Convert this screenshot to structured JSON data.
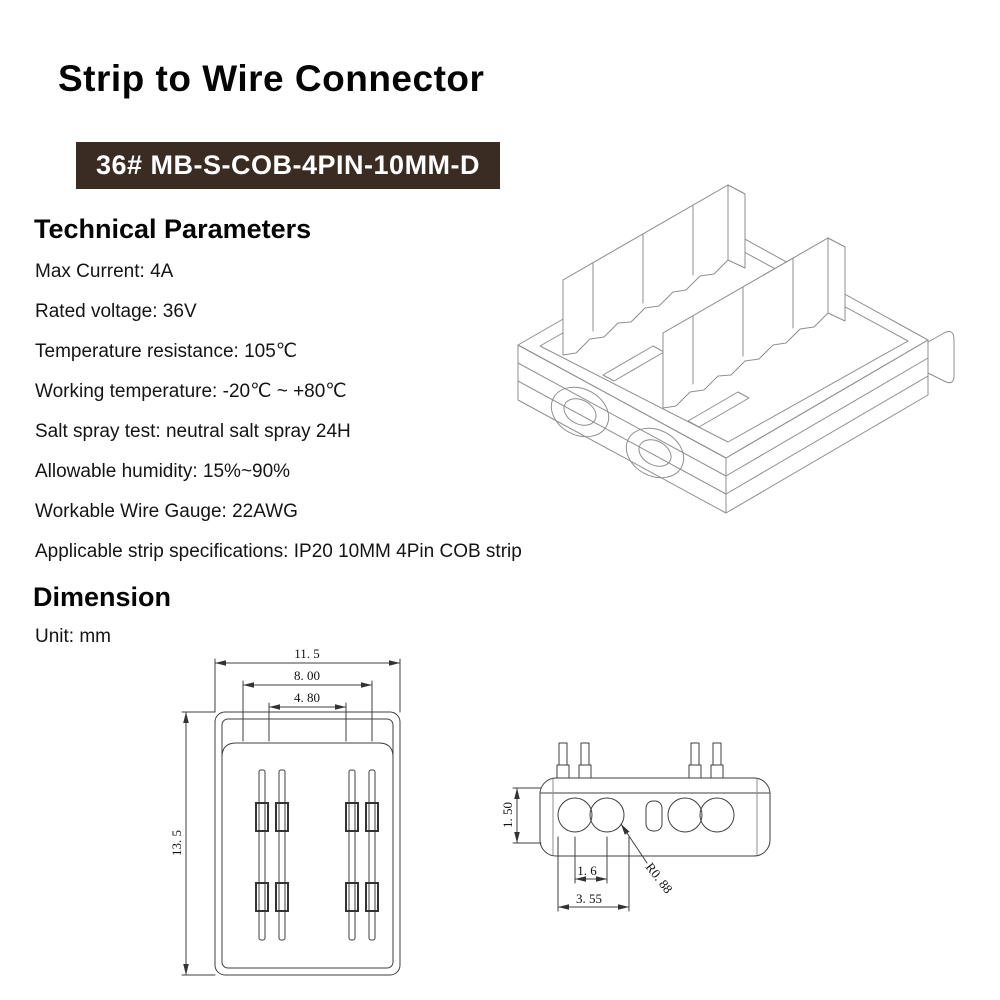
{
  "page": {
    "title": "Strip to Wire Connector",
    "model_badge": "36# MB-S-COB-4PIN-10MM-D",
    "tech": {
      "heading": "Technical Parameters",
      "items": [
        "Max Current: 4A",
        "Rated voltage: 36V",
        "Temperature resistance: 105℃",
        "Working temperature: -20℃ ~ +80℃",
        "Salt spray test: neutral salt spray 24H",
        "Allowable humidity: 15%~90%",
        "Workable Wire Gauge: 22AWG",
        "Applicable strip specifications: IP20 10MM 4Pin COB strip"
      ]
    },
    "dims": {
      "heading": "Dimension",
      "unit": "Unit: mm",
      "top_view": {
        "w_outer": "11. 5",
        "w_mid": "8. 00",
        "w_inner": "4. 80",
        "height": "13. 5"
      },
      "side_view": {
        "h": "1. 50",
        "pitch": "1. 6",
        "span": "3. 55",
        "radius": "R0. 88"
      }
    },
    "colors": {
      "badge_bg": "#3a2c22",
      "badge_text": "#ffffff",
      "text": "#141414",
      "drawing_line": "#3f3f3f"
    }
  }
}
